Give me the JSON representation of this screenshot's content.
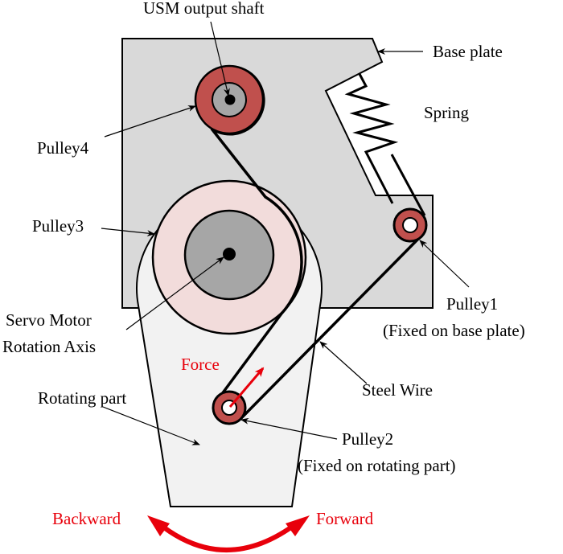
{
  "diagram": {
    "type": "mechanism-schematic",
    "colors": {
      "base_plate": "#d9d9d9",
      "rotating_part": "#f2f2f2",
      "pulley_red": "#c0504d",
      "pulley3_pink": "#f2dcdb",
      "hub_gray": "#a6a6a6",
      "annotation_red": "#e8000b",
      "line": "#000000"
    },
    "labels": {
      "usm_output_shaft": "USM output shaft",
      "base_plate": "Base plate",
      "spring": "Spring",
      "pulley4": "Pulley4",
      "pulley3": "Pulley3",
      "servo_axis_line1": "Servo Motor",
      "servo_axis_line2": "Rotation Axis",
      "pulley1": "Pulley1",
      "pulley1_note": "(Fixed on base plate)",
      "force": "Force",
      "steel_wire": "Steel Wire",
      "rotating_part": "Rotating part",
      "pulley2": "Pulley2",
      "pulley2_note": "(Fixed on rotating part)",
      "backward": "Backward",
      "forward": "Forward"
    }
  }
}
